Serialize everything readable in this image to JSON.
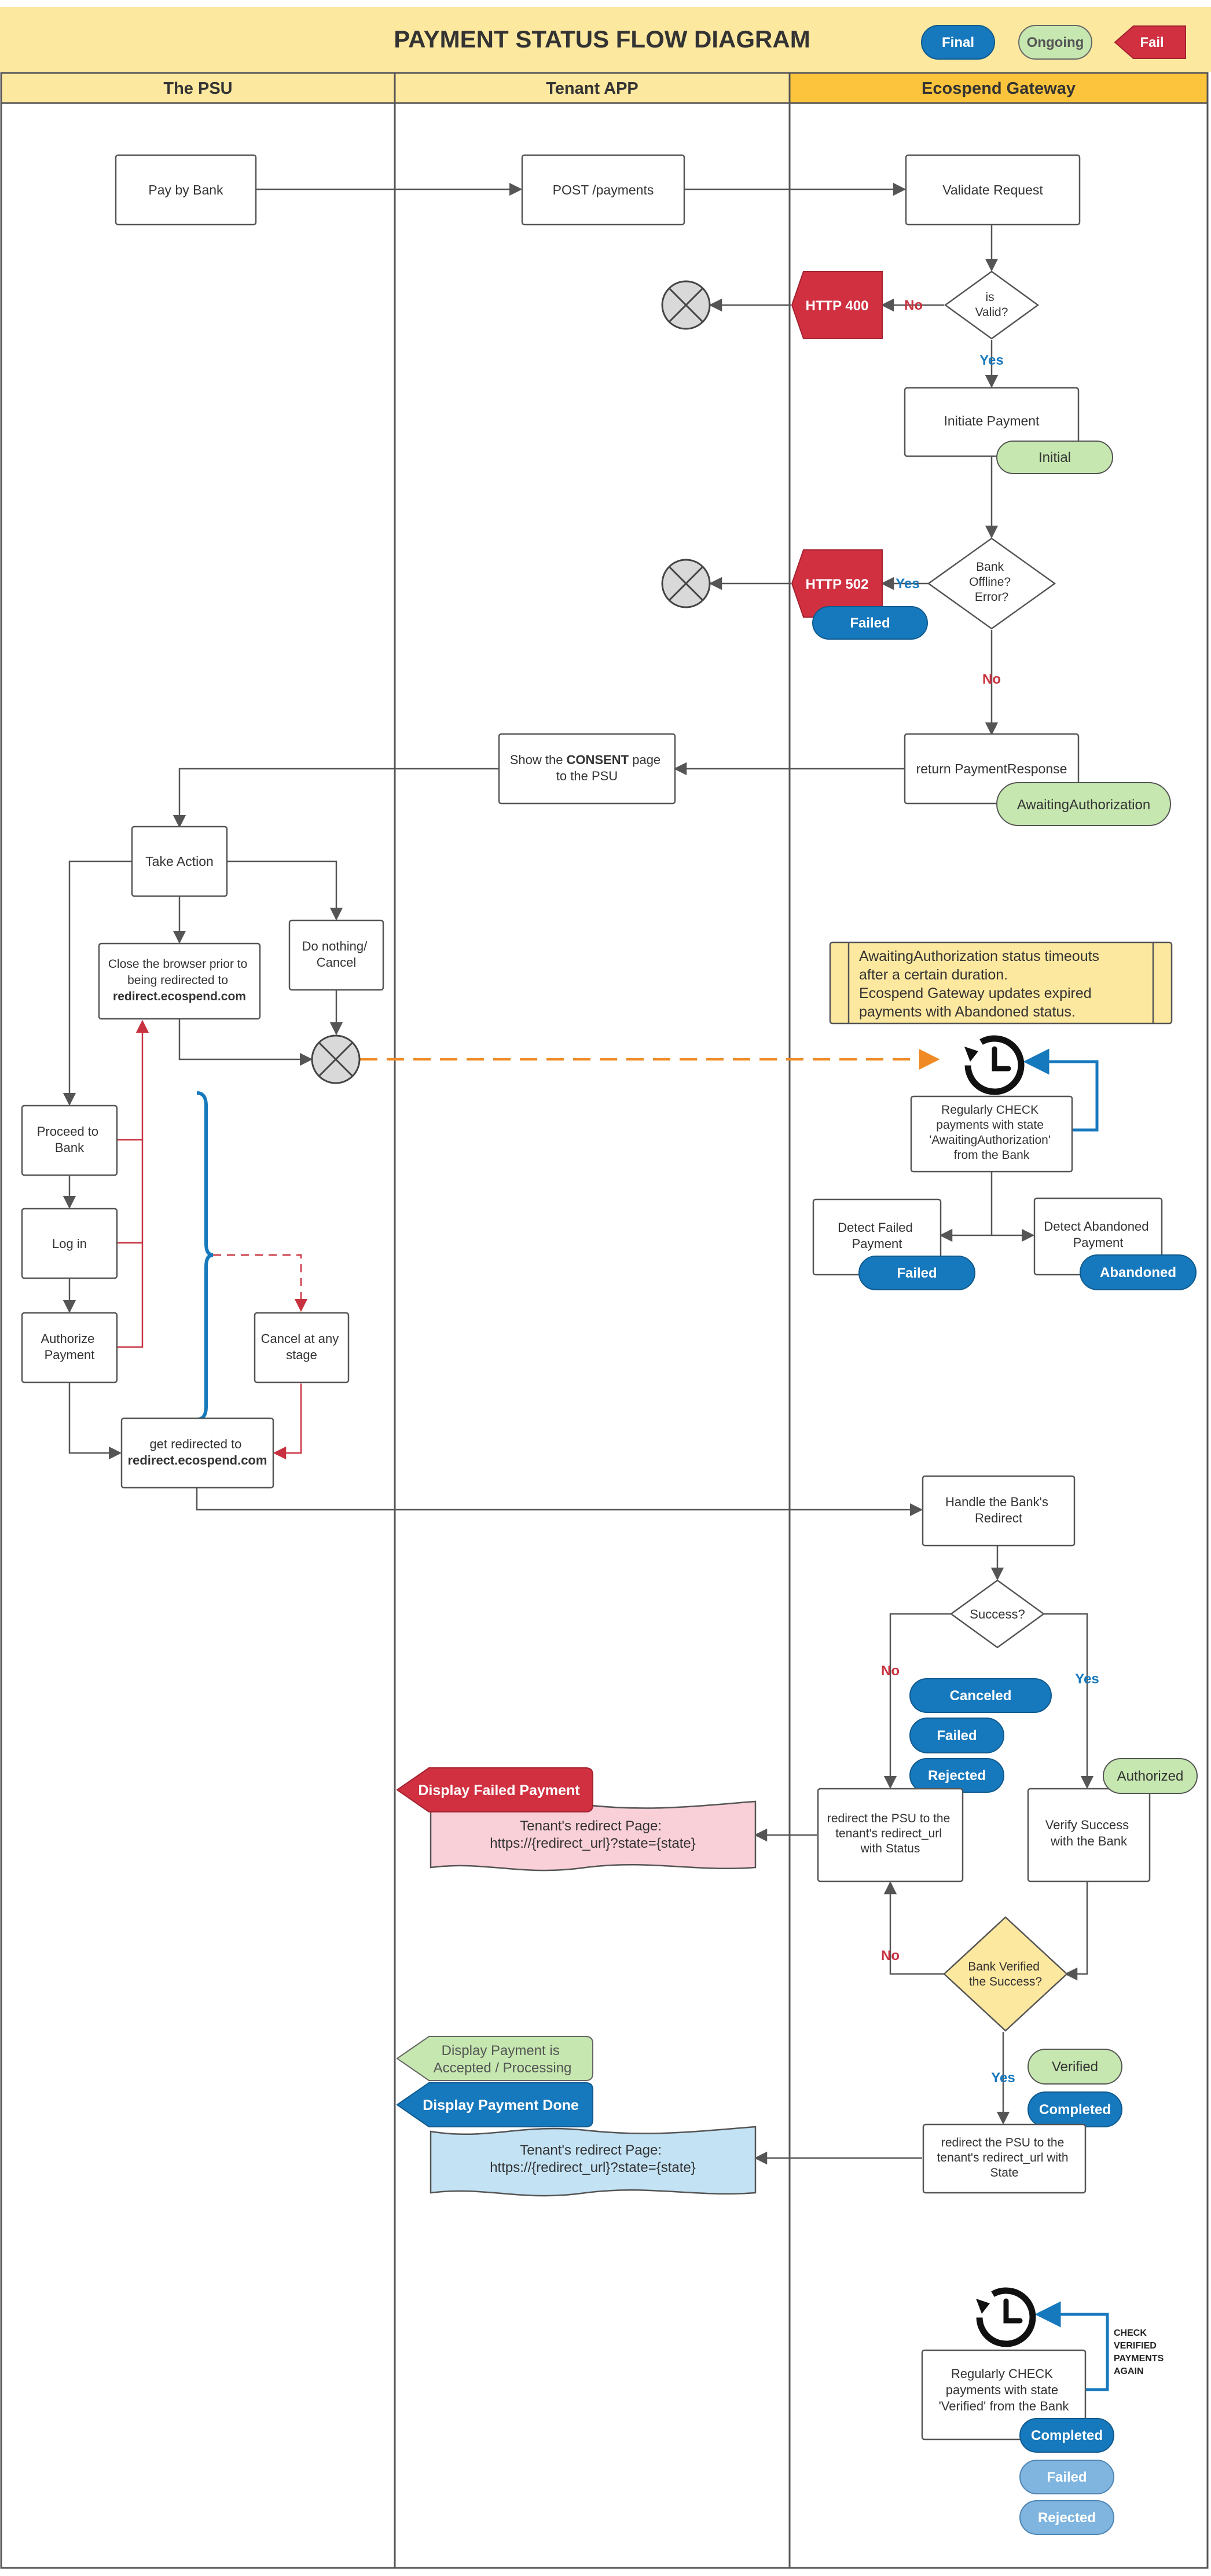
{
  "title": "PAYMENT STATUS FLOW DIAGRAM",
  "legend": {
    "final": "Final",
    "ongoing": "Ongoing",
    "fail": "Fail"
  },
  "lanes": {
    "psu": "The PSU",
    "tenant": "Tenant APP",
    "gateway": "Ecospend Gateway"
  },
  "psu": {
    "pay_by_bank": "Pay by Bank",
    "take_action": "Take Action",
    "close_browser": [
      "Close the browser prior to",
      "being redirected to"
    ],
    "redirect_domain": "redirect.ecospend.com",
    "do_nothing": [
      "Do nothing/",
      "Cancel"
    ],
    "proceed": [
      "Proceed to",
      "Bank"
    ],
    "log_in": "Log in",
    "authorize": [
      "Authorize",
      "Payment"
    ],
    "cancel_any": [
      "Cancel at any",
      "stage"
    ],
    "get_redirected": "get redirected to"
  },
  "tenant": {
    "post_payments": "POST /payments",
    "consent": {
      "before": "Show the ",
      "bold": "CONSENT",
      "after": " page",
      "line2": "to the PSU"
    },
    "display_failed": "Display Failed Payment",
    "redirect_page_title": "Tenant's redirect Page:",
    "redirect_page_url": "https://{redirect_url}?state={state}",
    "display_accepted": [
      "Display Payment is",
      "Accepted / Processing"
    ],
    "display_done": "Display Payment Done"
  },
  "gateway": {
    "validate": "Validate Request",
    "is_valid": [
      "is",
      "Valid?"
    ],
    "http400": "HTTP 400",
    "initiate": "Initiate Payment",
    "bank_offline": [
      "Bank",
      "Offline?",
      "Error?"
    ],
    "http502": "HTTP 502",
    "return_response": "return PaymentResponse",
    "timeout_note": [
      "AwaitingAuthorization status timeouts",
      "after a certain duration.",
      "Ecospend Gateway updates expired",
      "payments with Abandoned status."
    ],
    "check_awaiting": [
      "Regularly CHECK",
      "payments with state",
      "'AwaitingAuthorization'",
      "from the Bank"
    ],
    "detect_failed": [
      "Detect Failed",
      "Payment"
    ],
    "detect_abandoned": [
      "Detect Abandoned",
      "Payment"
    ],
    "handle_redirect": [
      "Handle the Bank's",
      "Redirect"
    ],
    "success_q": "Success?",
    "redirect_status": [
      "redirect the PSU to the",
      "tenant's redirect_url",
      "with Status"
    ],
    "verify_success": [
      "Verify Success",
      "with the Bank"
    ],
    "bank_verified": [
      "Bank Verified",
      "the Success?"
    ],
    "redirect_state": [
      "redirect the PSU to the",
      "tenant's redirect_url with",
      "State"
    ],
    "check_verified": [
      "Regularly CHECK",
      "payments with state",
      "'Verified' from the Bank"
    ],
    "check_again": [
      "CHECK",
      "VERIFIED",
      "PAYMENTS",
      "AGAIN"
    ]
  },
  "edges": {
    "no": "No",
    "yes": "Yes"
  },
  "statuses": {
    "initial": "Initial",
    "failed": "Failed",
    "awaiting": "AwaitingAuthorization",
    "abandoned": "Abandoned",
    "canceled": "Canceled",
    "rejected": "Rejected",
    "authorized": "Authorized",
    "verified": "Verified",
    "completed": "Completed"
  },
  "colors": {
    "header": "#fde8a0",
    "final": "#1779bd",
    "ongoing": "#c6e7b0",
    "fail": "#d03040",
    "gateway_lane": "#fbc43c",
    "dashed": "#f08a24"
  }
}
